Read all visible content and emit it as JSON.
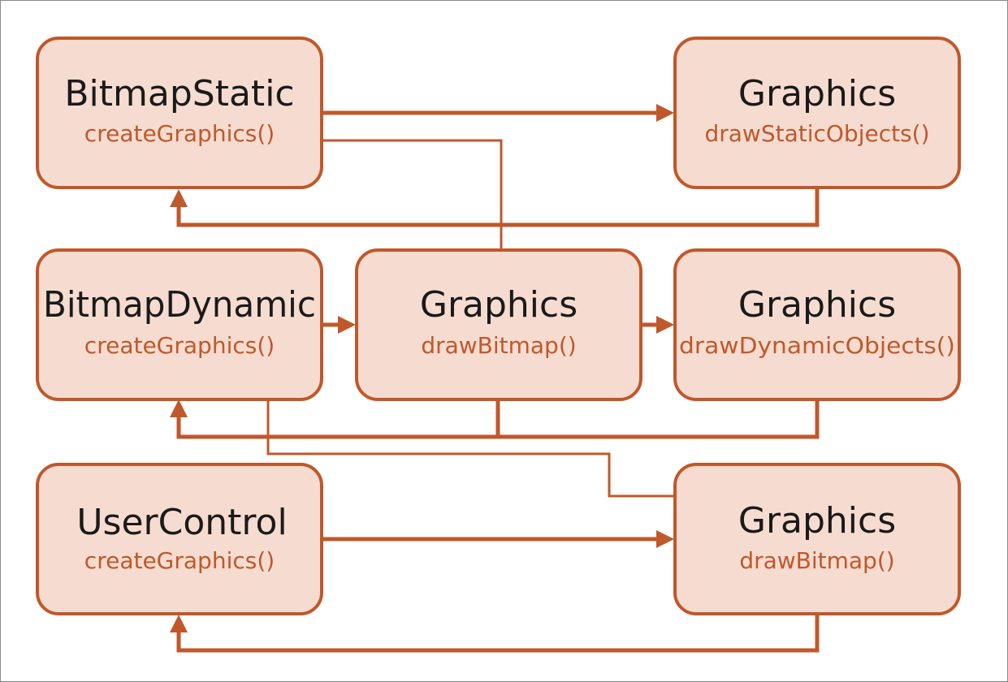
{
  "colors": {
    "accent": "#c0582b",
    "box_fill": "#f6dcd0",
    "title_text": "#1a1a1a"
  },
  "boxes": {
    "bitmap_static": {
      "title": "BitmapStatic",
      "method": "createGraphics()"
    },
    "graphics_static": {
      "title": "Graphics",
      "method": "drawStaticObjects()"
    },
    "bitmap_dynamic": {
      "title": "BitmapDynamic",
      "method": "createGraphics()"
    },
    "graphics_draw_bitmap_mid": {
      "title": "Graphics",
      "method": "drawBitmap()"
    },
    "graphics_dynamic": {
      "title": "Graphics",
      "method": "drawDynamicObjects()"
    },
    "user_control": {
      "title": "UserControl",
      "method": "createGraphics()"
    },
    "graphics_draw_bitmap_bottom": {
      "title": "Graphics",
      "method": "drawBitmap()"
    }
  }
}
